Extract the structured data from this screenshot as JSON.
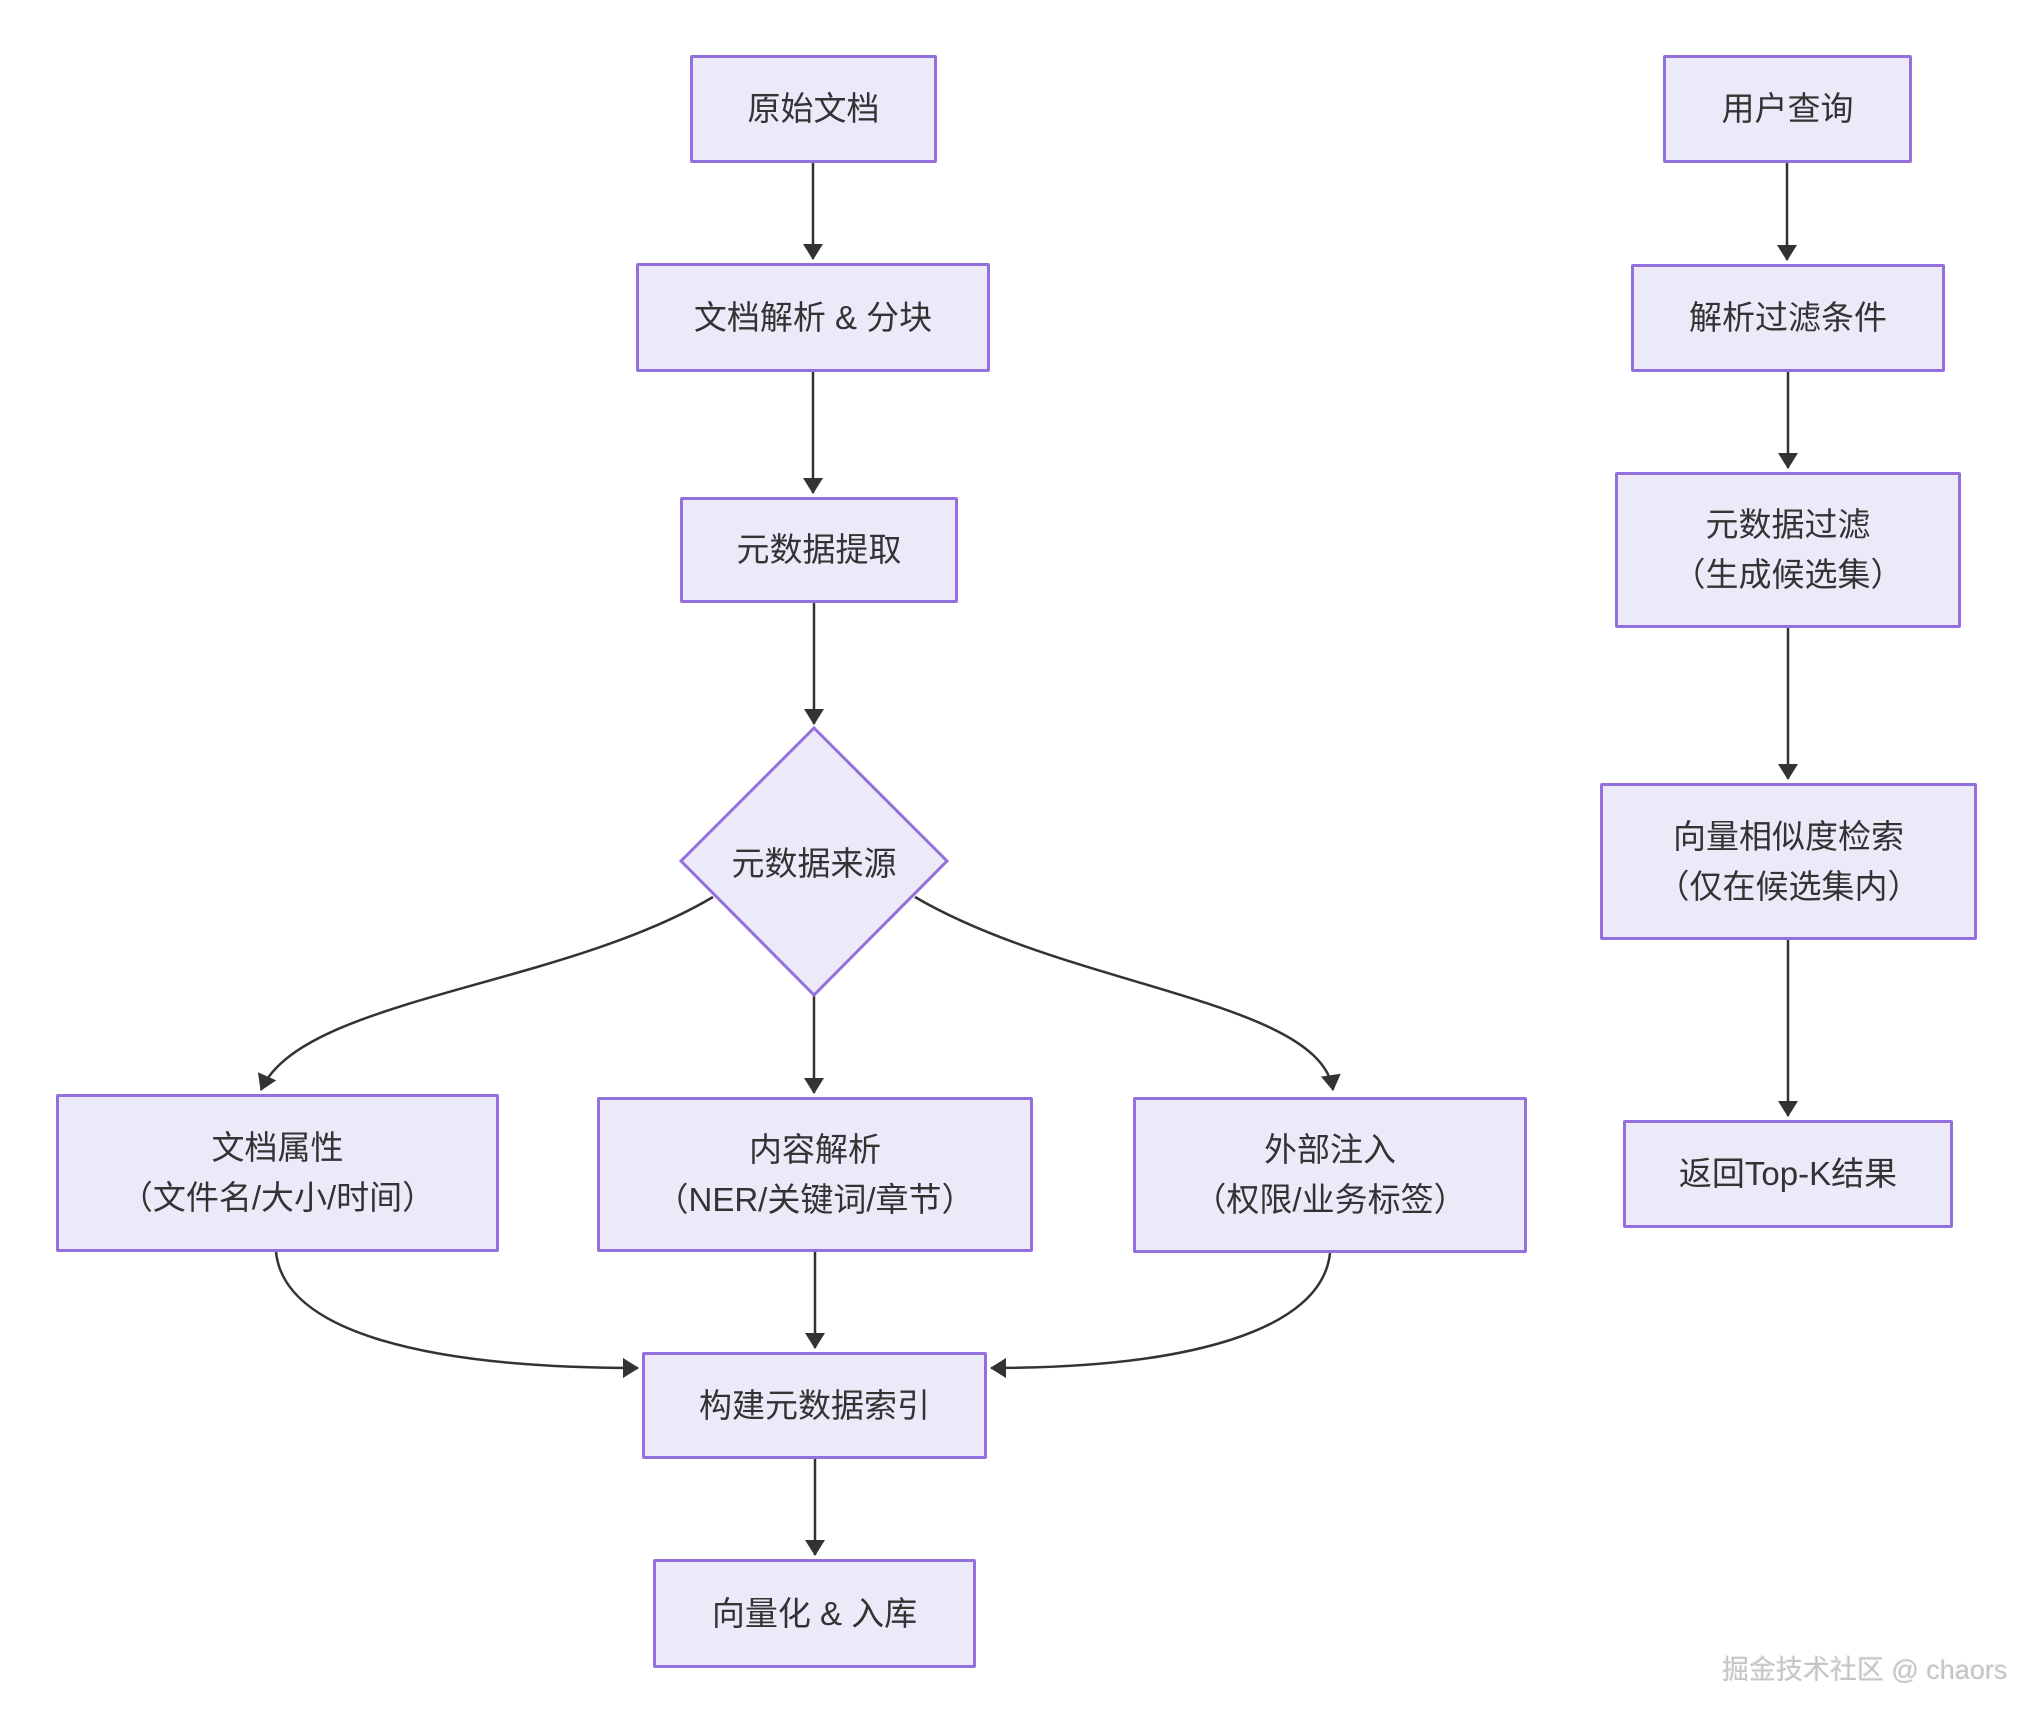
{
  "diagram": {
    "nodes": {
      "raw_doc": {
        "label": "原始文档"
      },
      "parse_chunk": {
        "label": "文档解析 & 分块"
      },
      "meta_extract": {
        "label": "元数据提取"
      },
      "meta_source": {
        "label": "元数据来源"
      },
      "doc_attrs": {
        "line1": "文档属性",
        "line2": "（文件名/大小/时间）"
      },
      "content_parse": {
        "line1": "内容解析",
        "line2": "（NER/关键词/章节）"
      },
      "external_inject": {
        "line1": "外部注入",
        "line2": "（权限/业务标签）"
      },
      "build_index": {
        "label": "构建元数据索引"
      },
      "vectorize_store": {
        "label": "向量化 & 入库"
      },
      "user_query": {
        "label": "用户查询"
      },
      "parse_filter": {
        "label": "解析过滤条件"
      },
      "meta_filter": {
        "line1": "元数据过滤",
        "line2": "（生成候选集）"
      },
      "vector_search": {
        "line1": "向量相似度检索",
        "line2": "（仅在候选集内）"
      },
      "top_k": {
        "label": "返回Top-K结果"
      }
    },
    "edges": [
      {
        "from": "raw_doc",
        "to": "parse_chunk"
      },
      {
        "from": "parse_chunk",
        "to": "meta_extract"
      },
      {
        "from": "meta_extract",
        "to": "meta_source"
      },
      {
        "from": "meta_source",
        "to": "doc_attrs"
      },
      {
        "from": "meta_source",
        "to": "content_parse"
      },
      {
        "from": "meta_source",
        "to": "external_inject"
      },
      {
        "from": "doc_attrs",
        "to": "build_index"
      },
      {
        "from": "content_parse",
        "to": "build_index"
      },
      {
        "from": "external_inject",
        "to": "build_index"
      },
      {
        "from": "build_index",
        "to": "vectorize_store"
      },
      {
        "from": "user_query",
        "to": "parse_filter"
      },
      {
        "from": "parse_filter",
        "to": "meta_filter"
      },
      {
        "from": "meta_filter",
        "to": "vector_search"
      },
      {
        "from": "vector_search",
        "to": "top_k"
      }
    ],
    "colors": {
      "node_fill": "#ECEAF9",
      "node_border": "#9370DB",
      "arrow": "#333333",
      "text": "#333333"
    }
  },
  "watermark": {
    "text": "掘金技术社区 @ chaors"
  }
}
